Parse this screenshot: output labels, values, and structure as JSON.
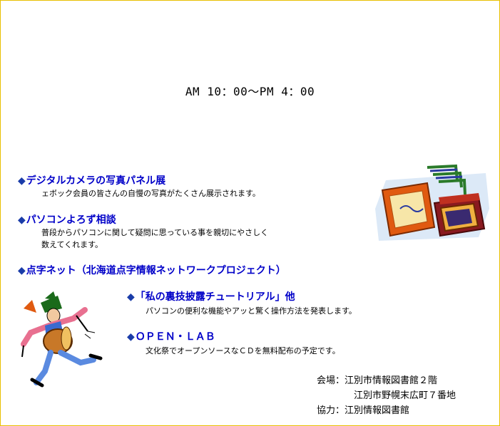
{
  "time": "AM 10：00〜PM 4：00",
  "events": [
    {
      "heading": "デジタルカメラの写真パネル展",
      "desc": [
        "ェボック会員の皆さんの自慢の写真がたくさん展示されます。"
      ]
    },
    {
      "heading": "パソコンよろず相談",
      "desc": [
        "普段からパソコンに関して疑問に思っている事を親切にやさしく",
        "数えてくれます。"
      ]
    },
    {
      "heading": "点字ネット（北海道点字情報ネットワークプロジェクト）",
      "desc": []
    },
    {
      "heading": "「私の裏技披露チュートリアル」他",
      "desc": [
        "パソコンの便利な機能やアッと驚く操作方法を発表します。"
      ]
    },
    {
      "heading": "ＯＰＥＮ・ＬＡＢ",
      "desc": [
        "文化祭でオープンソースなＣＤを無料配布の予定です。"
      ]
    }
  ],
  "diamond": "◆",
  "venue": {
    "line1": "会場：江別市情報図書館２階",
    "line2": "江別市野幌末広町７番地",
    "line3": "協力：江別情報図書館"
  },
  "colors": {
    "heading": "#0000c8",
    "diamond": "#1a3ca8",
    "border": "#e8c000"
  },
  "icons": [
    "picture-frames-clipart",
    "drummer-clipart"
  ]
}
